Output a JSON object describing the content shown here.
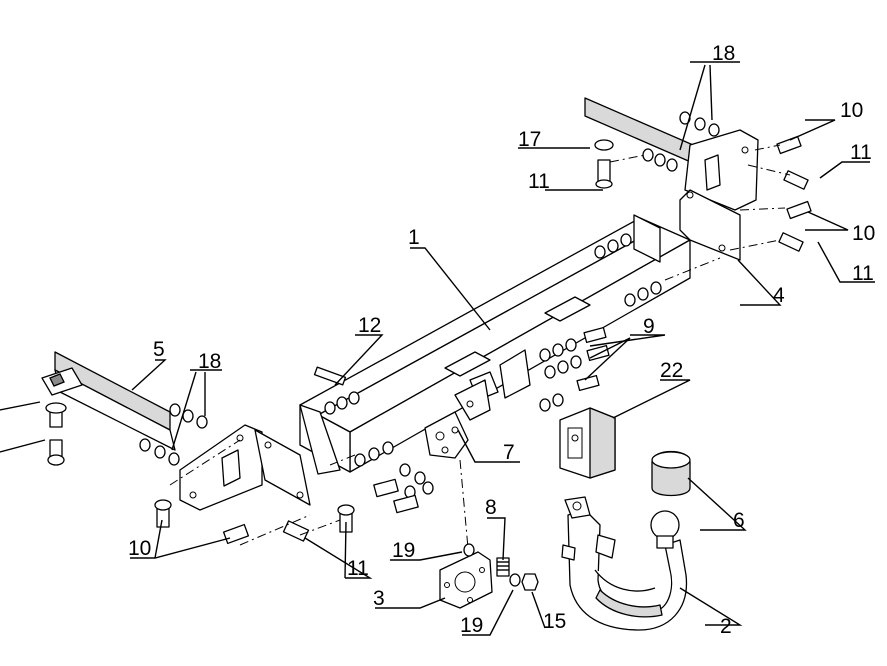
{
  "callouts": [
    {
      "id": "c1",
      "text": "1"
    },
    {
      "id": "c2",
      "text": "2"
    },
    {
      "id": "c3",
      "text": "3"
    },
    {
      "id": "c4",
      "text": "4"
    },
    {
      "id": "c5",
      "text": "5"
    },
    {
      "id": "c6",
      "text": "6"
    },
    {
      "id": "c7",
      "text": "7"
    },
    {
      "id": "c8",
      "text": "8"
    },
    {
      "id": "c9",
      "text": "9"
    },
    {
      "id": "c10a",
      "text": "10"
    },
    {
      "id": "c10b",
      "text": "10"
    },
    {
      "id": "c10c",
      "text": "10"
    },
    {
      "id": "c11a",
      "text": "11"
    },
    {
      "id": "c11b",
      "text": "11"
    },
    {
      "id": "c11c",
      "text": "11"
    },
    {
      "id": "c11d",
      "text": "11"
    },
    {
      "id": "c12",
      "text": "12"
    },
    {
      "id": "c15",
      "text": "15"
    },
    {
      "id": "c17",
      "text": "17"
    },
    {
      "id": "c18a",
      "text": "18"
    },
    {
      "id": "c18b",
      "text": "18"
    },
    {
      "id": "c19a",
      "text": "19"
    },
    {
      "id": "c19b",
      "text": "19"
    },
    {
      "id": "c22",
      "text": "22"
    }
  ]
}
